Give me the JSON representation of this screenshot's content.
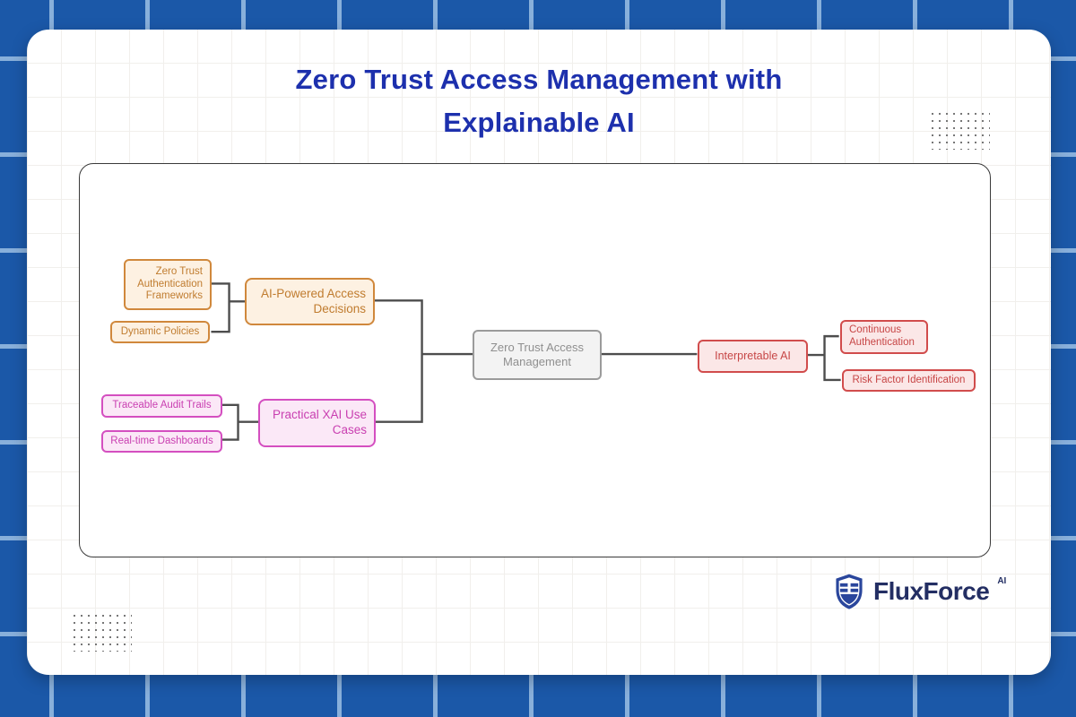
{
  "title": "Zero Trust Access Management with Explainable AI",
  "mindmap": {
    "root": {
      "label": "Zero Trust Access Management"
    },
    "branches": {
      "ai_powered": {
        "label": "AI-Powered Access Decisions"
      },
      "practical_xai": {
        "label": "Practical XAI Use Cases"
      },
      "interpretable": {
        "label": "Interpretable AI"
      }
    },
    "leaves": {
      "zt_auth": {
        "label": "Zero Trust Authentication Frameworks"
      },
      "dynamic": {
        "label": "Dynamic Policies"
      },
      "traceable": {
        "label": "Traceable Audit Trails"
      },
      "realtime": {
        "label": "Real-time Dashboards"
      },
      "continuous": {
        "label": "Continuous Authentication"
      },
      "risk": {
        "label": "Risk Factor Identification"
      }
    }
  },
  "logo": {
    "name": "FluxForce",
    "suffix": "AI"
  },
  "colors": {
    "frame_blue": "#1b58a8",
    "frame_grid_line": "#adcdec",
    "title_blue": "#1d30ad",
    "orange_border": "#d0883c",
    "orange_fill": "#fdf1e2",
    "orange_text": "#c07c2f",
    "pink_border": "#d44fc0",
    "pink_fill": "#fbe8f7",
    "pink_text": "#c93fb1",
    "gray_border": "#9b9b9b",
    "gray_fill": "#f3f3f3",
    "gray_text": "#8f8f8f",
    "red_border": "#d14c4c",
    "red_fill": "#fbe7e7",
    "red_text": "#c74646",
    "connector": "#4d4d4d",
    "logo_navy": "#232e63",
    "logo_shield_blue": "#2a469c"
  }
}
